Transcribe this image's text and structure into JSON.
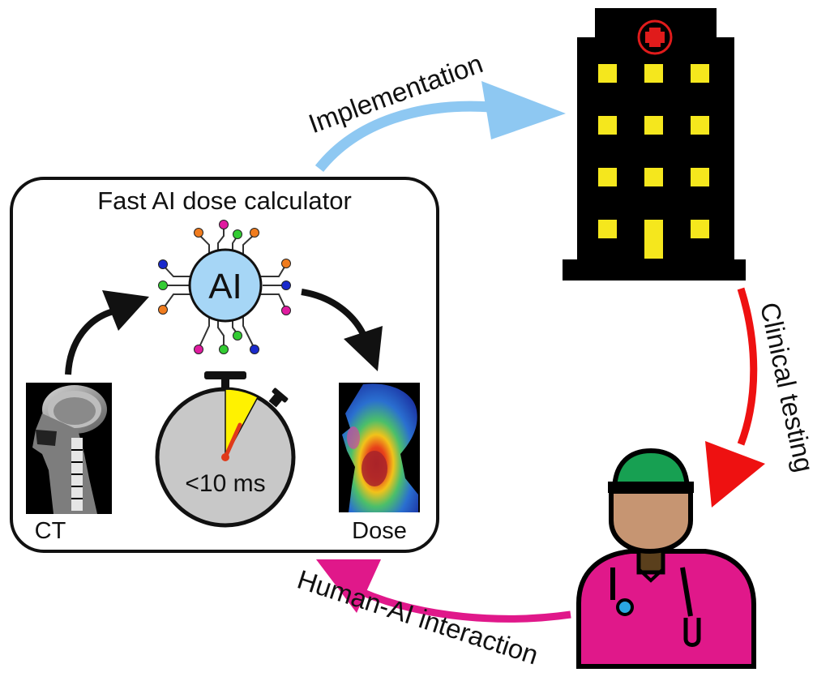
{
  "box_title": "Fast AI dose calculator",
  "ai_label": "AI",
  "timer_label": "<10 ms",
  "ct_label": "CT",
  "dose_label": "Dose",
  "implementation_label": "Implementation",
  "clinical_testing_label": "Clinical testing",
  "human_ai_label": "Human-AI interaction",
  "colors": {
    "implementation_arrow": "#8ec8f2",
    "clinical_arrow": "#ee1111",
    "human_ai_arrow": "#e0188a",
    "ai_node": "#a6d6f6",
    "timer_face": "#c8c8c8",
    "timer_wedge": "#fff200",
    "hospital_window": "#f5e71d",
    "hospital_cross": "#e01b1b",
    "doctor_scrubs": "#e0188a",
    "doctor_cap": "#17a052",
    "doctor_skin": "#c69572",
    "stethoscope_bell": "#2aa8e0"
  },
  "icons": [
    "brain-ct-image",
    "ai-network-icon",
    "stopwatch-icon",
    "dose-map-image",
    "hospital-icon",
    "doctor-icon"
  ]
}
